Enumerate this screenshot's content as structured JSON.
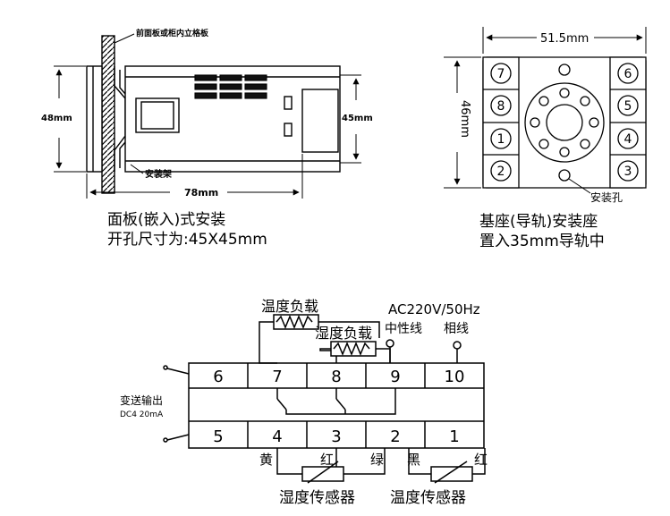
{
  "panel_install": {
    "label_panel": "前面板或柜内立格板",
    "label_bracket": "安装架",
    "dim_height_left": "48mm",
    "dim_height_right": "45mm",
    "dim_length": "78mm",
    "caption_line1": "面板(嵌入)式安装",
    "caption_line2": "开孔尺寸为:45X45mm"
  },
  "base_install": {
    "dim_width": "51.5mm",
    "dim_height": "46mm",
    "terminals_left": [
      "7",
      "8",
      "1",
      "2"
    ],
    "terminals_right": [
      "6",
      "5",
      "4",
      "3"
    ],
    "hole_label": "安装孔",
    "caption_line1": "基座(导轨)安装座",
    "caption_line2": "置入35mm导轨中"
  },
  "wiring": {
    "top_terminals": [
      "6",
      "7",
      "8",
      "9",
      "10"
    ],
    "bottom_terminals": [
      "5",
      "4",
      "3",
      "2",
      "1"
    ],
    "load1_label": "温度负载",
    "load2_label": "湿度负载",
    "power_label": "AC220V/50Hz",
    "neutral_label": "中性线",
    "phase_label": "相线",
    "transmit_label": "变送输出",
    "transmit_range": "DC4  20mA",
    "wire_yellow": "黄",
    "wire_red_1": "红",
    "wire_green": "绿",
    "wire_black": "黑",
    "wire_red_2": "红",
    "humidity_sensor": "湿度传感器",
    "temperature_sensor": "温度传感器"
  }
}
